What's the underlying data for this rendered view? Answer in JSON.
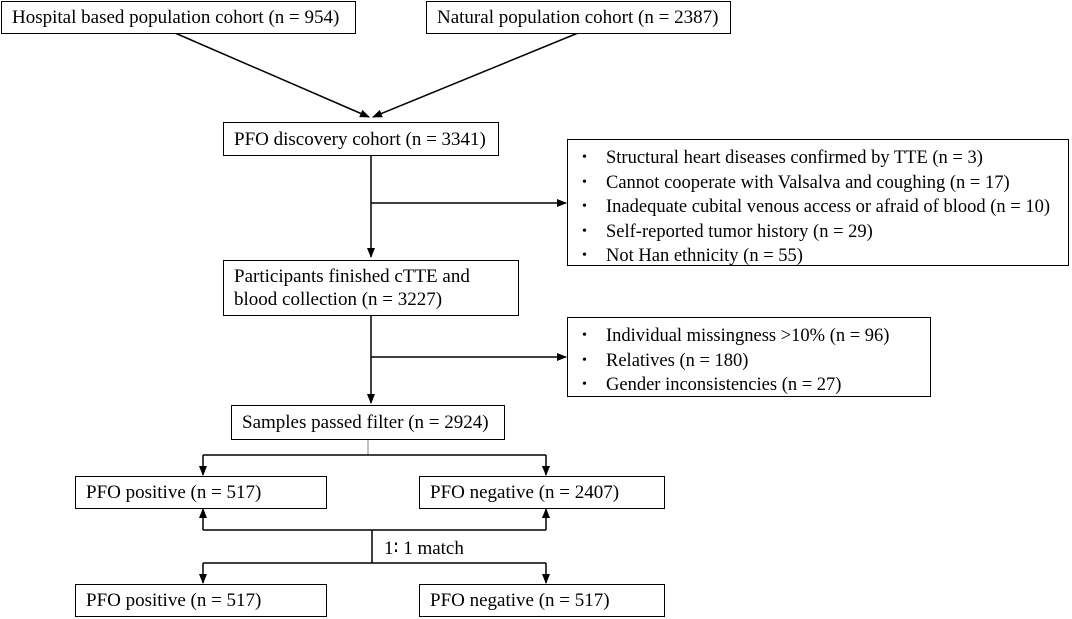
{
  "boxes": {
    "hospital_cohort": "Hospital based population cohort (n = 954)",
    "natural_cohort": "Natural population cohort (n = 2387)",
    "discovery_cohort": "PFO discovery cohort (n = 3341)",
    "finished_cttE_line1": "Participants finished cTTE and",
    "finished_cttE_line2": "blood collection (n = 3227)",
    "passed_filter": "Samples passed filter (n = 2924)",
    "pfo_positive_1": "PFO positive (n = 517)",
    "pfo_negative_1": "PFO negative (n = 2407)",
    "pfo_positive_2": "PFO positive (n = 517)",
    "pfo_negative_2": "PFO negative (n = 517)"
  },
  "exclusions_1": [
    "Structural heart diseases confirmed by TTE (n = 3)",
    "Cannot cooperate with Valsalva and coughing (n = 17)",
    "Inadequate cubital venous access or afraid of blood (n = 10)",
    "Self-reported tumor history (n = 29)",
    "Not Han ethnicity (n = 55)"
  ],
  "exclusions_2": [
    "Individual missingness >10% (n = 96)",
    "Relatives (n = 180)",
    "Gender inconsistencies (n = 27)"
  ],
  "bullet_glyph": "•",
  "match_label": "1∶ 1 match",
  "colors": {
    "line": "#000000",
    "divider": "#999999"
  }
}
